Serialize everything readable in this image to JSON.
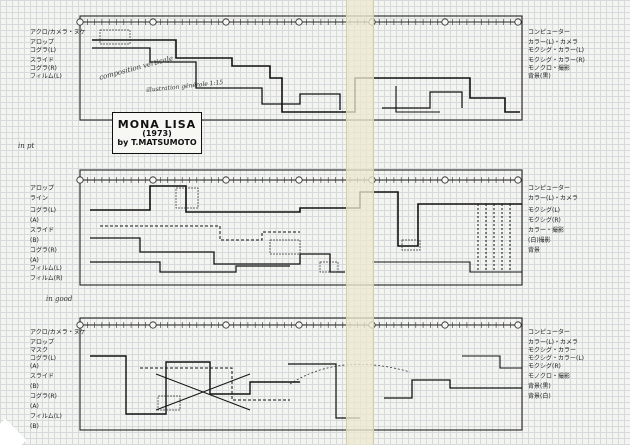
{
  "title_block": {
    "line1": "MONA LISA",
    "line2": "(1973)",
    "line3": "by T.MATSUMOTO"
  },
  "margin_notes": [
    "in pt",
    "in good"
  ],
  "handwritten_notes": [
    "composition verticale",
    "illustration générale 1:15"
  ],
  "systems": [
    {
      "left_labels": [
        "アクロ/カメラ・ヌケ",
        "アロップ",
        "コグラ(L)",
        "スライド",
        "コグラ(R)",
        "フィルム(L)"
      ],
      "right_labels": [
        "コンピューター",
        "カラー(L)・カメラ",
        "モクシグ・カラー(L)",
        "モクシグ・カラー(R)",
        "モノクロ・撮影",
        "背景(黒)"
      ]
    },
    {
      "left_labels": [
        "アロップ",
        "ライン",
        "コグラ(L)",
        "(A)",
        "スライド",
        "(B)",
        "コグラ(R)",
        "(A)",
        "フィルム(L)",
        "フィルム(R)"
      ],
      "right_labels": [
        "コンピューター",
        "カラー(L)・カメラ",
        "モクシグ(L)",
        "モクシグ(R)",
        "カラー・撮影",
        "(白)撮影",
        "背景"
      ]
    },
    {
      "left_labels": [
        "アクロ/カメラ・ヌケ",
        "アロップ",
        "マスク",
        "コグラ(L)",
        "(A)",
        "スライド",
        "(B)",
        "コグラ(R)",
        "(A)",
        "フィルム(L)",
        "(B)"
      ],
      "right_labels": [
        "コンピューター",
        "カラー(L)・カメラ",
        "モクシグ・カラー",
        "モクシグ・カラー(L)",
        "モクシグ(R)",
        "モノクロ・撮影",
        "背景(黒)",
        "背景(白)"
      ]
    }
  ]
}
